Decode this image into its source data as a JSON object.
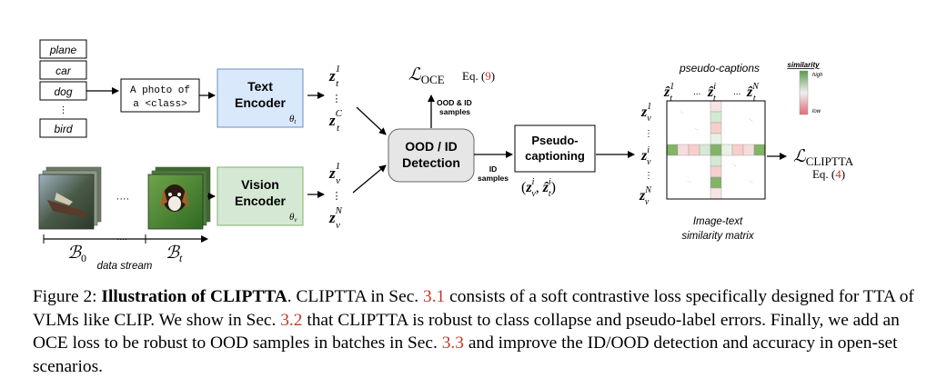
{
  "classes": [
    "plane",
    "car",
    "dog",
    "⋮",
    "bird"
  ],
  "prompt": {
    "line1": "A photo of",
    "line2": "a <class>"
  },
  "text_encoder": {
    "line1": "Text",
    "line2": "Encoder",
    "param": "θ",
    "param_sub": "t"
  },
  "vision_encoder": {
    "line1": "Vision",
    "line2": "Encoder",
    "param": "θ",
    "param_sub": "v"
  },
  "text_embeddings": {
    "top": "z",
    "top_sub": "t",
    "top_sup": "1",
    "bottom": "z",
    "bottom_sub": "t",
    "bottom_sup": "C"
  },
  "image_embeddings": {
    "top": "z",
    "top_sub": "v",
    "top_sup": "1",
    "bottom": "z",
    "bottom_sub": "v",
    "bottom_sup": "N"
  },
  "ood_box": {
    "line1": "OOD / ID",
    "line2": "Detection"
  },
  "oce_loss": {
    "symbol": "ℒ",
    "sub": "OCE",
    "eq_prefix": "Eq. (",
    "eq_num": "9",
    "eq_suffix": ")"
  },
  "ood_id_samples": {
    "line1": "OOD & ID",
    "line2": "samples"
  },
  "id_samples": {
    "line1": "ID",
    "line2": "samples"
  },
  "pseudo_box": {
    "line1": "Pseudo-",
    "line2": "captioning"
  },
  "pair": {
    "open": "(",
    "a": "z",
    "a_sup": "i",
    "a_sub": "v",
    "sep": ",",
    "b": "ẑ",
    "b_sup": "i",
    "b_sub": "t",
    "close": ")"
  },
  "pseudo_captions_label": "pseudo-captions",
  "caption_heads": {
    "first": "ẑ",
    "first_sup": "1",
    "first_sub": "t",
    "mid": "ẑ",
    "mid_sup": "i",
    "mid_sub": "t",
    "last": "ẑ",
    "last_sup": "N",
    "last_sub": "t",
    "dots": "..."
  },
  "row_heads": {
    "first_sup": "1",
    "mid_sup": "i",
    "last_sup": "N",
    "sub": "v",
    "sym": "z"
  },
  "similarity_legend": {
    "title": "similarity",
    "high": "high",
    "low": "low"
  },
  "matrix_label": {
    "line1": "Image-text",
    "line2": "similarity matrix"
  },
  "cliptta_loss": {
    "symbol": "ℒ",
    "sub": "CLIPTTA",
    "eq_prefix": "Eq. (",
    "eq_num": "4",
    "eq_suffix": ")"
  },
  "batches": {
    "b0": "ℬ",
    "b0_sub": "0",
    "bt": "ℬ",
    "bt_sub": "t",
    "dots": "····",
    "stream_label": "data stream"
  },
  "caption": {
    "fig": "Figure 2: ",
    "title": "Illustration of CLIPTTA",
    "t1": ". CLIPTTA in Sec. ",
    "r1": "3.1",
    "t2": " consists of a soft contrastive loss specifically designed for TTA of VLMs like CLIP. We show in Sec. ",
    "r2": "3.2",
    "t3": " that CLIPTTA is robust to class collapse and pseudo-label errors. Finally, we add an OCE loss to be robust to OOD samples in batches in Sec. ",
    "r3": "3.3",
    "t4": " and improve the ID/OOD detection and accuracy in open-set scenarios."
  },
  "colors": {
    "text_encoder": "#dae8fc",
    "vision_encoder": "#d5e8d4",
    "ood_box": "#e6e6e6",
    "high": "#82b366",
    "low": "#f8cecc",
    "ref": "#c0392b"
  }
}
